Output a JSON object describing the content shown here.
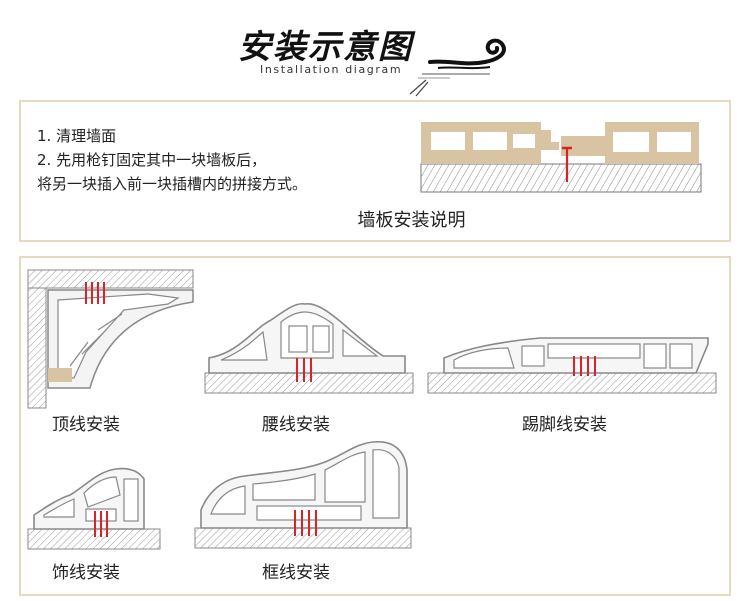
{
  "header": {
    "title": "安装示意图",
    "subtitle": "Installation diagram"
  },
  "intro": {
    "steps": [
      "1. 清理墙面",
      "2. 先用枪钉固定其中一块墙板后，",
      "将另一块插入前一块插槽内的拼接方式。"
    ],
    "caption": "墙板安装说明"
  },
  "diagrams": {
    "top": "顶线安装",
    "waist": "腰线安装",
    "skirting": "踢脚线安装",
    "decor": "饰线安装",
    "frame": "框线安装"
  },
  "colors": {
    "border": "#e5d9bf",
    "panel_fill": "#d8c4a3",
    "nail": "#d9232a",
    "profile_stroke": "#8a8a8a",
    "wall_fill": "#d6d6d6"
  }
}
